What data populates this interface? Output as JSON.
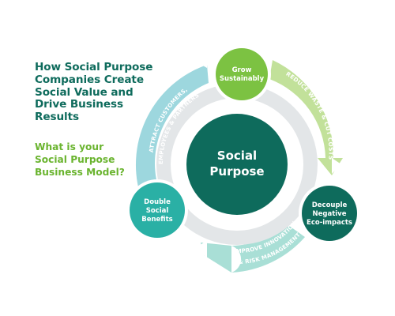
{
  "headline": [
    "How Social Purpose",
    "Companies Create",
    "Social Value and",
    "Drive Business",
    "Results"
  ],
  "question": [
    "What is your",
    "Social Purpose",
    "Business Model?"
  ],
  "center": [
    "Social",
    "Purpose"
  ],
  "nodes": {
    "grow": [
      "Grow",
      "Sustainably"
    ],
    "decouple": [
      "Decouple",
      "Negative",
      "Eco-impacts"
    ],
    "double": [
      "Double",
      "Social",
      "Benefits"
    ]
  },
  "arcs": {
    "reduce": "REDUCE WASTE & CUT COSTS",
    "innovate_1": "IMPROVE INNOVATION",
    "innovate_2": "& RISK MANAGEMENT",
    "attract_1": "ATTRACT CUSTOMERS,",
    "attract_2": "EMPLOYEES & PARTNERS"
  },
  "colors": {
    "dark_green": "#0e6b5c",
    "lime": "#7cc242",
    "teal": "#2ab0a5",
    "light_green": "#c2e19a",
    "light_teal": "#a9dfd6",
    "light_blue": "#9dd7de",
    "ring_grey": "#e3e6e8",
    "headline": "#0e6b5c",
    "question": "#6ab42f"
  }
}
